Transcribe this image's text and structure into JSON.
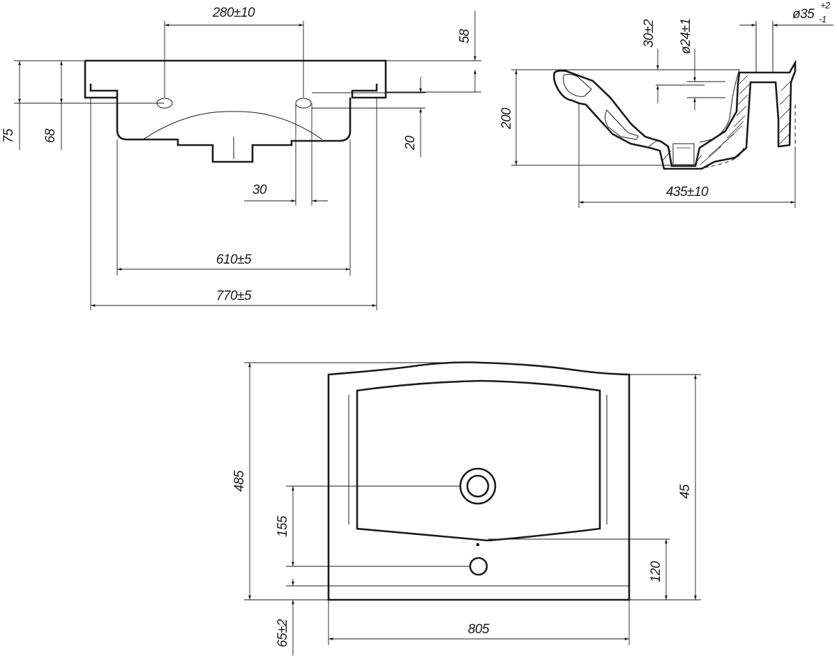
{
  "diagram": {
    "colors": {
      "ink": "#1a1a1a",
      "paper": "#ffffff"
    },
    "front_view": {
      "dim_hole_spacing": "280±10",
      "dim_total_height": "75",
      "dim_rim_height": "68",
      "dim_overflow_from_top": "58",
      "dim_hole_height": "20",
      "dim_hole_width": "30",
      "dim_inner_width": "610±5",
      "dim_outer_width": "770±5"
    },
    "side_view": {
      "dim_overflow_depth": "30±2",
      "dim_overflow_diameter": "ø24±1",
      "dim_drain_diameter": "ø35",
      "dim_drain_tol_upper": "+2",
      "dim_drain_tol_lower": "-1",
      "dim_height": "200",
      "dim_depth": "435±10"
    },
    "top_view": {
      "dim_total_depth": "485",
      "dim_drain_to_tap": "155",
      "dim_tap_from_front": "120",
      "dim_front_edge": "65±2",
      "dim_width": "805",
      "dim_back_to_bowl": "45"
    }
  }
}
